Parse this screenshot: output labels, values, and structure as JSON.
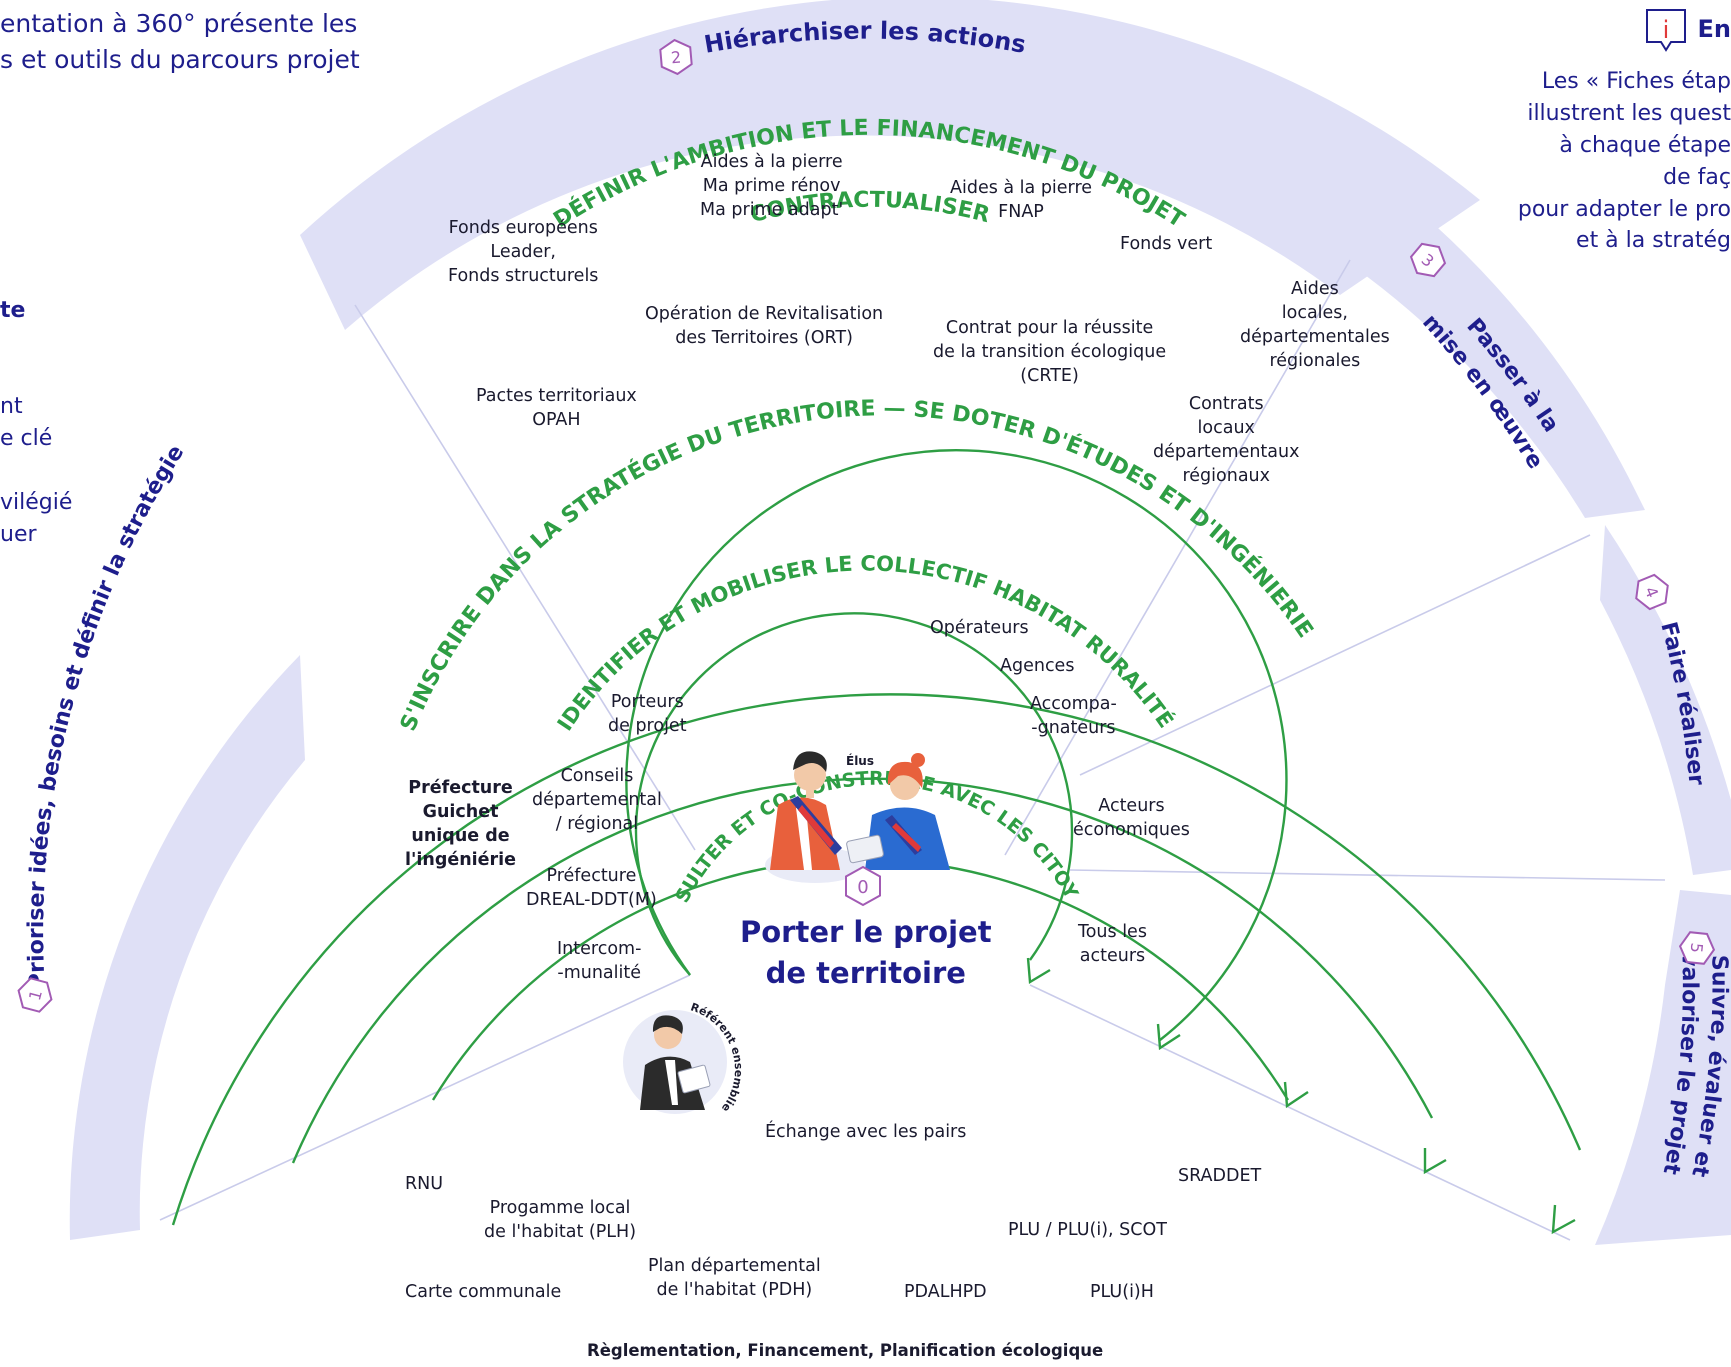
{
  "intro": {
    "line1": "entation à 360° présente les",
    "line2": "s et outils du parcours projet"
  },
  "info_box": {
    "icon": "info-icon",
    "title": "En",
    "lines": [
      "Les « Fiches étap",
      "illustrent les quest",
      "à chaque étape",
      "de faç",
      "pour adapter le pro",
      "et à la stratég"
    ]
  },
  "left_panel": {
    "lines": [
      "te",
      "",
      "",
      "nt",
      "e clé",
      "",
      "vilégié",
      "uer"
    ]
  },
  "steps": [
    {
      "number": "1",
      "label": "Prioriser idées, besoins et définir la stratégie"
    },
    {
      "number": "2",
      "label": "Hiérarchiser les actions"
    },
    {
      "number": "3",
      "label_line1": "Passer à la",
      "label_line2": "mise en œuvre"
    },
    {
      "number": "4",
      "label": "Faire réaliser"
    },
    {
      "number": "5",
      "label_line1": "Suivre, évaluer et",
      "label_line2": "valoriser le projet"
    }
  ],
  "rings": {
    "ambition": "DÉFINIR L'AMBITION ET LE FINANCEMENT DU PROJET",
    "contract": "CONTRACTUALISER",
    "strategy": "S'INSCRIRE DANS LA STRATÉGIE DU TERRITOIRE — SE DOTER D'ÉTUDES ET D'INGÉNIERIE",
    "collective": "IDENTIFIER ET MOBILISER LE COLLECTIF HABITAT RURALITÉ",
    "citizens": "CONSULTER ET CO-CONSTRUIRE AVEC LES CITOYENS"
  },
  "center": {
    "number": "0",
    "title_line1": "Porter le projet",
    "title_line2": "de territoire",
    "elus_label": "Élus",
    "referent_label": "Référent ensemblier"
  },
  "funding": [
    [
      "Aides à la pierre",
      "Ma prime rénov",
      "Ma prime adapt'"
    ],
    [
      "Aides à la pierre",
      "FNAP"
    ],
    [
      "Fonds européens",
      "Leader,",
      "Fonds structurels"
    ],
    [
      "Fonds vert"
    ],
    [
      "Aides",
      "locales,",
      "départementales",
      "régionales"
    ]
  ],
  "contracts": [
    [
      "Opération de Revitalisation",
      "des Territoires (ORT)"
    ],
    [
      "Contrat pour la réussite",
      "de la transition écologique",
      "(CRTE)"
    ],
    [
      "Pactes territoriaux",
      "OPAH"
    ],
    [
      "Contrats",
      "locaux",
      "départementaux",
      "régionaux"
    ]
  ],
  "strategy": {
    "prefecture": [
      "Préfecture",
      "Guichet",
      "unique de",
      "l'ingéniérie"
    ]
  },
  "collective": {
    "left": [
      [
        "Porteurs",
        "de projet"
      ],
      [
        "Conseils",
        "départemental",
        "/ régional"
      ],
      [
        "Préfecture",
        "DREAL-DDT(M)"
      ],
      [
        "Intercom-",
        "-munalité"
      ]
    ],
    "right": [
      [
        "Opérateurs"
      ],
      [
        "Agences"
      ],
      [
        "Accompa-",
        "-gnateurs"
      ],
      [
        "Acteurs",
        "économiques"
      ],
      [
        "Tous les",
        "acteurs"
      ]
    ],
    "peers": "Échange avec les pairs"
  },
  "regulation": {
    "items": [
      [
        "RNU"
      ],
      [
        "Progamme local",
        "de l'habitat (PLH)"
      ],
      [
        "Carte communale"
      ],
      [
        "Plan départemental",
        "de l'habitat (PDH)"
      ],
      [
        "PDALHPD"
      ],
      [
        "PLU(i)H"
      ],
      [
        "PLU / PLU(i), SCOT"
      ],
      [
        "SRADDET"
      ]
    ],
    "footer": "Règlementation, Financement, Planification écologique"
  },
  "colors": {
    "navy": "#1e1e8c",
    "green": "#2e9e44",
    "band": "#dfe0f6",
    "step_purple": "#a25bb4",
    "text": "#1a1a2e"
  }
}
